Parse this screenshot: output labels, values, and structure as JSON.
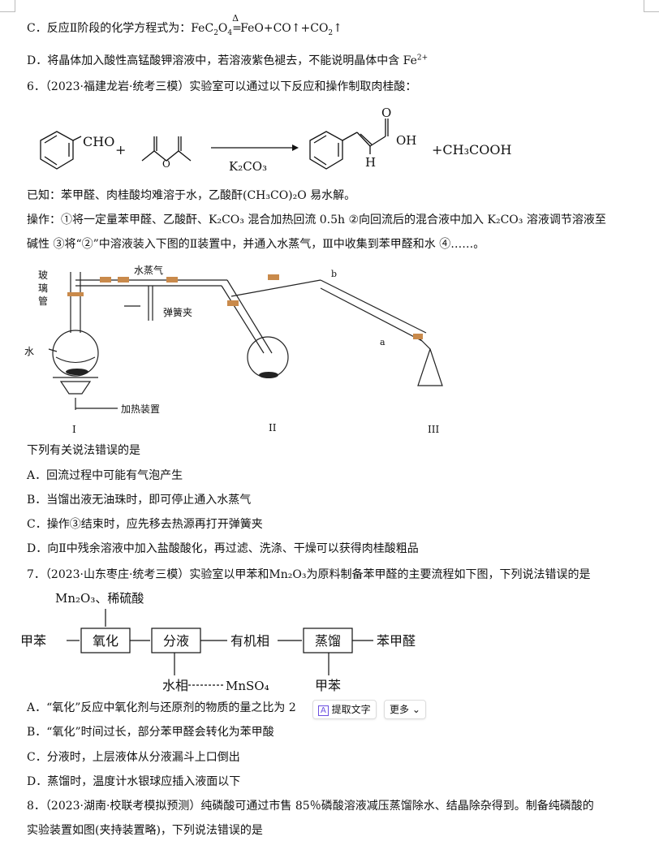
{
  "q5": {
    "optC": {
      "prefix": "C．反应Ⅱ阶段的化学方程式为：",
      "eq1": "FeC",
      "s1": "2",
      "eq2": "O",
      "s2": "4",
      "delta": "Δ",
      "eq3": "FeO+CO↑+CO",
      "s3": "2",
      "eq4": "↑"
    },
    "optD": {
      "text": "D．将晶体加入酸性高锰酸钾溶液中，若溶液紫色褪去，不能说明晶体中含 Fe",
      "sup": "2+"
    }
  },
  "q6": {
    "stem": "6．（2023·福建龙岩·统考三模）实验室可以通过以下反应和操作制取肉桂酸：",
    "reaction": {
      "cho": "CHO",
      "plus": "+",
      "catalyst": "K₂CO₃",
      "o_label": "O",
      "oh": "OH",
      "h": "H",
      "product2": "+CH₃COOH"
    },
    "known": "已知：苯甲醛、肉桂酸均难溶于水，乙酸酐(CH₃CO)₂O 易水解。",
    "op1": "操作：①将一定量苯甲醛、乙酸酐、K₂CO₃ 混合加热回流 0.5h ②向回流后的混合液中加入 K₂CO₃ 溶液调节溶液至",
    "op2": "碱性 ③将“②”中溶液装入下图的Ⅱ装置中，并通入水蒸气，Ⅲ中收集到苯甲醛和水 ④……。",
    "apparatus": {
      "glass_tube": [
        "玻",
        "璃",
        "管"
      ],
      "steam": "水蒸气",
      "clamp": "弹簧夹",
      "water": "水",
      "heater": "加热装置",
      "b": "b",
      "a": "a",
      "I": "I",
      "II": "II",
      "III": "III"
    },
    "question": "下列有关说法错误的是",
    "options": [
      "A．回流过程中可能有气泡产生",
      "B．当馏出液无油珠时，即可停止通入水蒸气",
      "C．操作③结束时，应先移去热源再打开弹簧夹",
      "D．向Ⅱ中残余溶液中加入盐酸酸化，再过滤、洗涤、干燥可以获得肉桂酸粗品"
    ]
  },
  "q7": {
    "stem": "7．（2023·山东枣庄·统考三模）实验室以甲苯和Mn₂O₃为原料制备苯甲醛的主要流程如下图，下列说法错误的是",
    "flow": {
      "reagent": "Mn₂O₃、稀硫酸",
      "start": "甲苯",
      "box1": "氧化",
      "box2": "分液",
      "organic": "有机相",
      "box3": "蒸馏",
      "product": "苯甲醛",
      "aqueous": "水相",
      "mnso4": "MnSO₄",
      "toluene": "甲苯"
    },
    "options": [
      "A．“氧化”反应中氧化剂与还原剂的物质的量之比为 2",
      "B．“氧化”时间过长，部分苯甲醛会转化为苯甲酸",
      "C．分液时，上层液体从分液漏斗上口倒出",
      "D．蒸馏时，温度计水银球应插入液面以下"
    ]
  },
  "q8": {
    "line1": "8．（2023·湖南·校联考模拟预测）纯磷酸可通过市售 85％磷酸溶液减压蒸馏除水、结晶除杂得到。制备纯磷酸的",
    "line2": "实验装置如图(夹持装置略)，下列说法错误的是"
  },
  "popup": {
    "extract": "提取文字",
    "more": "更多 ⌄",
    "extract_icon": "A"
  }
}
